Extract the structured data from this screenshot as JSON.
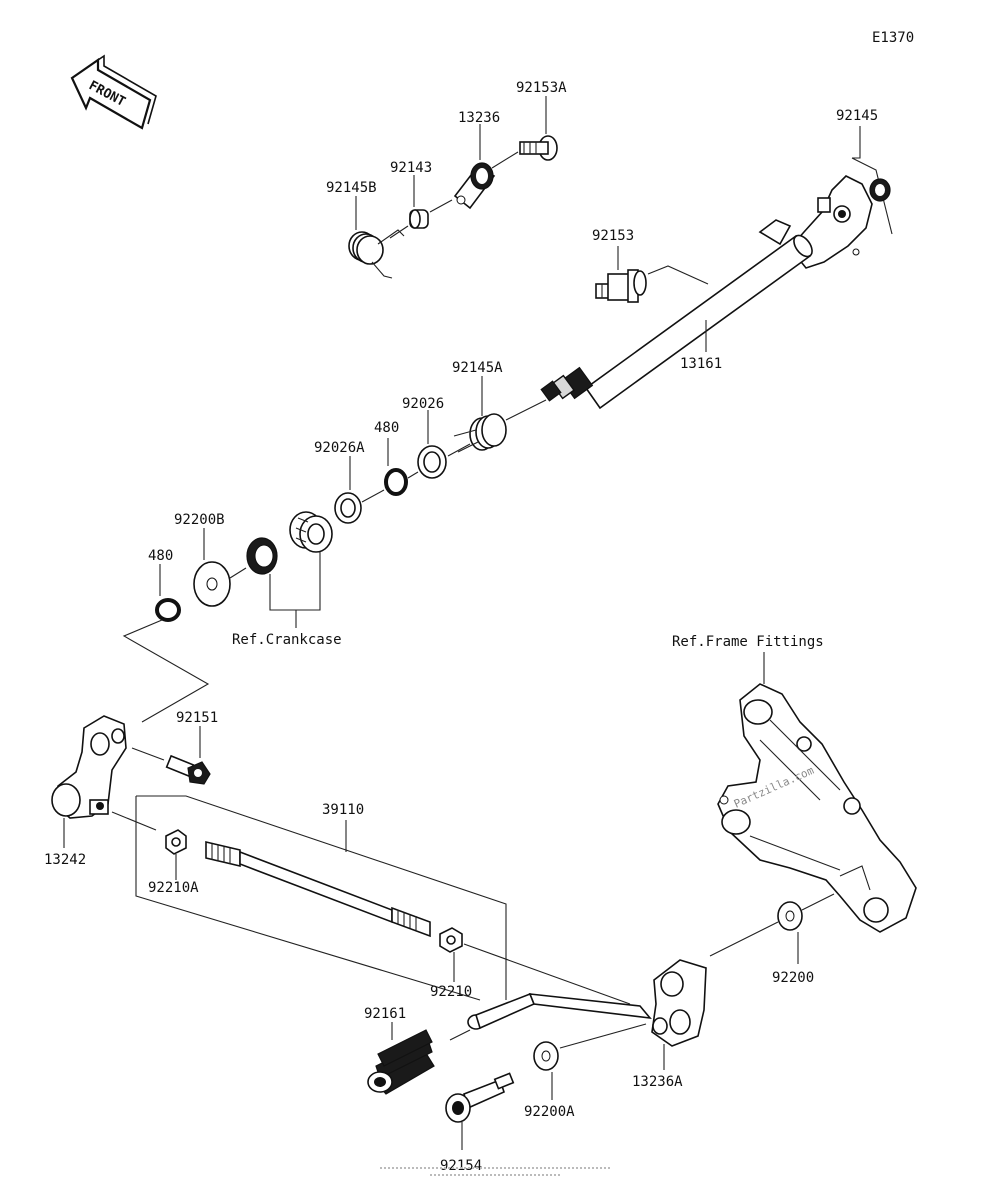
{
  "diagram": {
    "code": "E1370",
    "front_label": "FRONT",
    "refs": {
      "crankcase": "Ref.Crankcase",
      "frame_fittings": "Ref.Frame Fittings"
    },
    "watermark": "Partzilla.com",
    "parts": {
      "p92153A": "92153A",
      "p13236": "13236",
      "p92145": "92145",
      "p92143": "92143",
      "p92145B": "92145B",
      "p92153": "92153",
      "p13161": "13161",
      "p92145A": "92145A",
      "p92026": "92026",
      "p480_upper": "480",
      "p92026A": "92026A",
      "p92200B": "92200B",
      "p480_lower": "480",
      "p92151": "92151",
      "p39110": "39110",
      "p13242": "13242",
      "p92210A": "92210A",
      "p92210": "92210",
      "p92200": "92200",
      "p92161": "92161",
      "p13236A": "13236A",
      "p92200A": "92200A",
      "p92154": "92154"
    }
  }
}
